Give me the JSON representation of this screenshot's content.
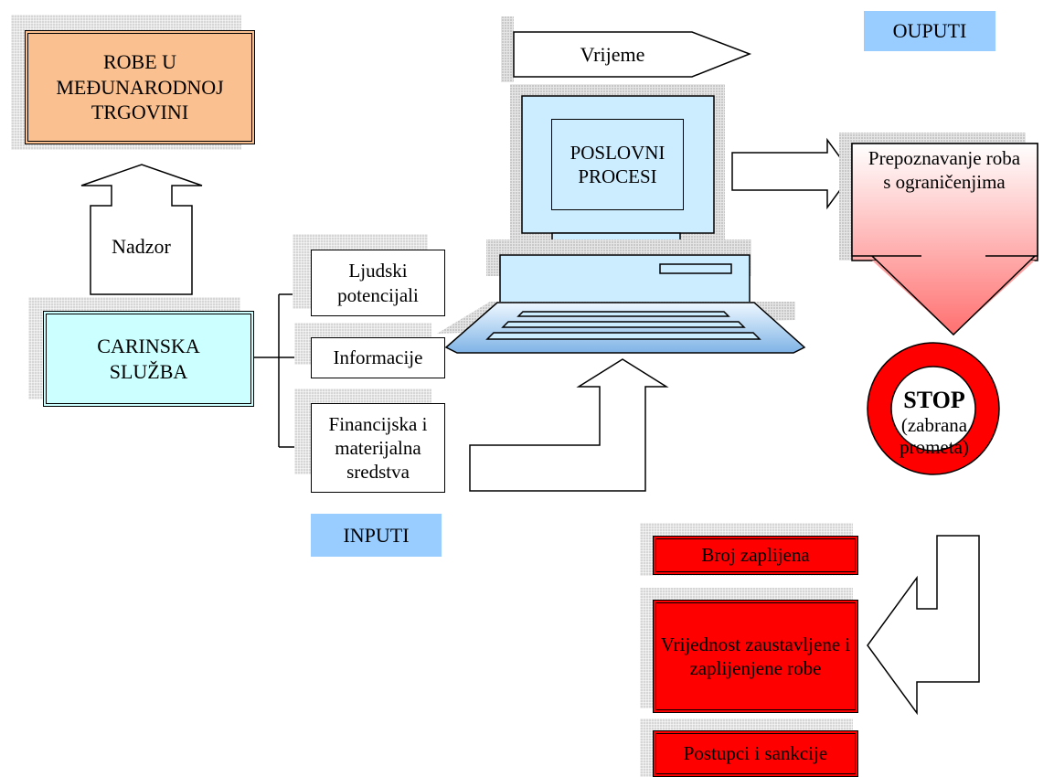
{
  "nodes": {
    "robe": "ROBE U MEĐUNARODNOJ TRGOVINI",
    "nadzor": "Nadzor",
    "carinska": "CARINSKA SLUŽBA",
    "ljudski": "Ljudski potencijali",
    "informacije": "Informacije",
    "financijska": "Financijska i materijalna sredstva",
    "inputi": "INPUTI",
    "vrijeme": "Vrijeme",
    "poslovni": "POSLOVNI PROCESI",
    "ouputi": "OUPUTI",
    "prepoznavanje": "Prepoznavanje roba s ograničenjima",
    "stop_title": "STOP",
    "stop_sub": "(zabrana prometa)",
    "broj": "Broj zaplijena",
    "vrijednost": "Vrijednost zaustavljene i zaplijenjene robe",
    "postupci": "Postupci i sankcije"
  },
  "colors": {
    "orange": "#fac090",
    "cyan": "#ccffff",
    "blue_label": "#99ccff",
    "computer": "#ccecff",
    "red": "#ff0000"
  }
}
